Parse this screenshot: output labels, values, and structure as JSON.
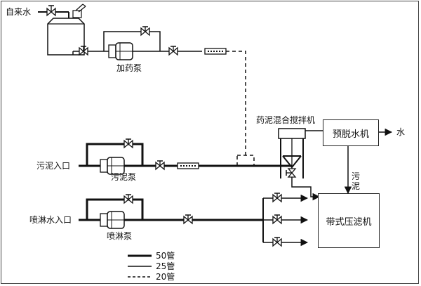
{
  "labels": {
    "tap_water": "自来水",
    "dosing_pump": "加药泵",
    "mixer": "药泥混合搅拌机",
    "water_out": "水",
    "sludge_inlet": "污泥入口",
    "sludge_pump": "污泥泵",
    "sludge_vertical": "污泥",
    "spray_inlet": "喷淋水入口",
    "spray_pump": "喷淋泵"
  },
  "boxes": {
    "predewater": "预脱水机",
    "belt_press": "带式压滤机"
  },
  "legend": [
    {
      "label": "50管",
      "style": "thick"
    },
    {
      "label": "25管",
      "style": "thin"
    },
    {
      "label": "20管",
      "style": "dashed"
    }
  ]
}
